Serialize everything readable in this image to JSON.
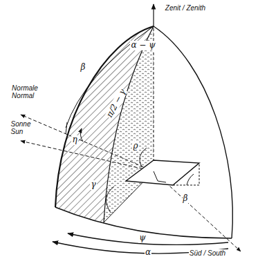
{
  "diagram": {
    "labels": [
      "Zenit / Zenith",
      "α − ψ",
      "β",
      "Normale Normal",
      "Sonne Sun",
      "π/2 − γ",
      "η",
      "ϱ",
      "γ",
      "β",
      "ψ",
      "α",
      "Süd / South"
    ]
  }
}
